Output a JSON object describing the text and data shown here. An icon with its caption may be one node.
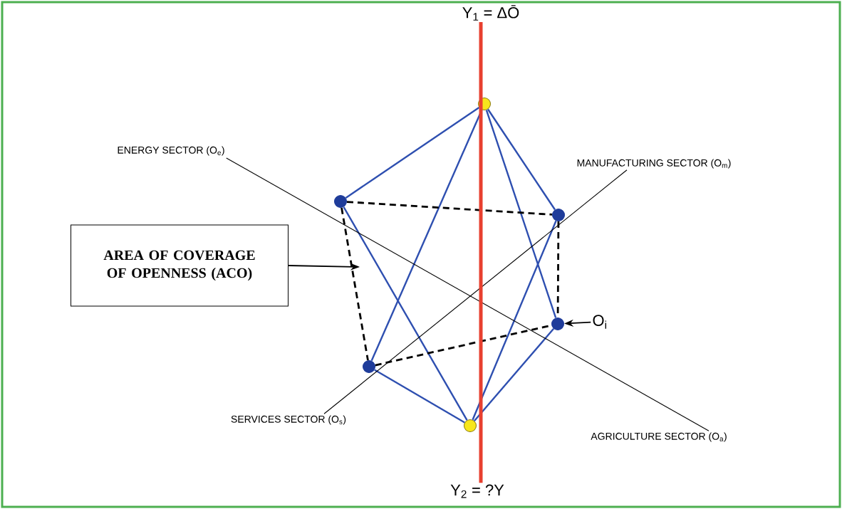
{
  "diagram": {
    "nodes": [
      {
        "text": [],
        "shape": "circle"
      },
      {
        "text": [],
        "shape": "circle"
      },
      {
        "text": [],
        "shape": "circle"
      },
      {
        "text": [],
        "shape": "circle"
      },
      {
        "text": [],
        "shape": "circle"
      },
      {
        "text": [],
        "shape": "circle"
      },
      {
        "text": [
          "Y$_{1}$ = ΔŌ"
        ]
      },
      {
        "text": [
          "Y$_{2}$ = ?Y"
        ]
      },
      {
        "text": [
          "ENERGY SECTOR (O$_{e}$)"
        ]
      },
      {
        "text": [
          "MANUFACTURING SECTOR (O$_{m}$)"
        ]
      },
      {
        "text": [
          "SERVICES SECTOR (O$_{s}$)"
        ]
      },
      {
        "text": [
          "AGRICULTURE SECTOR (O$_{a}$)"
        ]
      },
      {
        "text": [
          "AREA OF COVERAGE OF OPENNESS (ACO)"
        ]
      },
      {
        "text": [
          "O$_{i}$"
        ]
      }
    ],
    "edges": [
      {
        "from": 0,
        "to": 1,
        "arrow": "none"
      },
      {
        "from": 0,
        "to": 2,
        "arrow": "none"
      },
      {
        "from": 0,
        "to": 4,
        "arrow": "none"
      },
      {
        "from": 0,
        "to": 3,
        "arrow": "none"
      },
      {
        "from": 1,
        "to": 2,
        "arrow": "none",
        "style": "dashed",
        "color": "#000000"
      },
      {
        "from": 1,
        "to": 4,
        "arrow": "none",
        "style": "dashed",
        "color": "#000000"
      },
      {
        "from": 1,
        "to": 5,
        "arrow": "none"
      },
      {
        "from": 2,
        "to": 3,
        "arrow": "none",
        "style": "dashed",
        "color": "#000000"
      },
      {
        "from": 2,
        "to": 5,
        "arrow": "none"
      },
      {
        "from": 4,
        "to": 3,
        "arrow": "none",
        "style": "dashed",
        "color": "#000000"
      },
      {
        "from": 4,
        "to": 5,
        "arrow": "none"
      },
      {
        "from": 3,
        "to": 5,
        "arrow": "none"
      },
      {
        "from": 8,
        "to": 11,
        "arrow": "none",
        "color": "#000000"
      },
      {
        "from": 10,
        "to": 9,
        "arrow": "none",
        "color": "#000000"
      },
      {
        "from": 12,
        "to": null,
        "arrow": "to",
        "color": "#000000"
      },
      {
        "from": 13,
        "to": 3,
        "arrow": "to",
        "color": "#000000"
      },
      {
        "from": 6,
        "to": 7,
        "arrow": "none",
        "style": "thick",
        "color": "#e8402f"
      }
    ]
  }
}
